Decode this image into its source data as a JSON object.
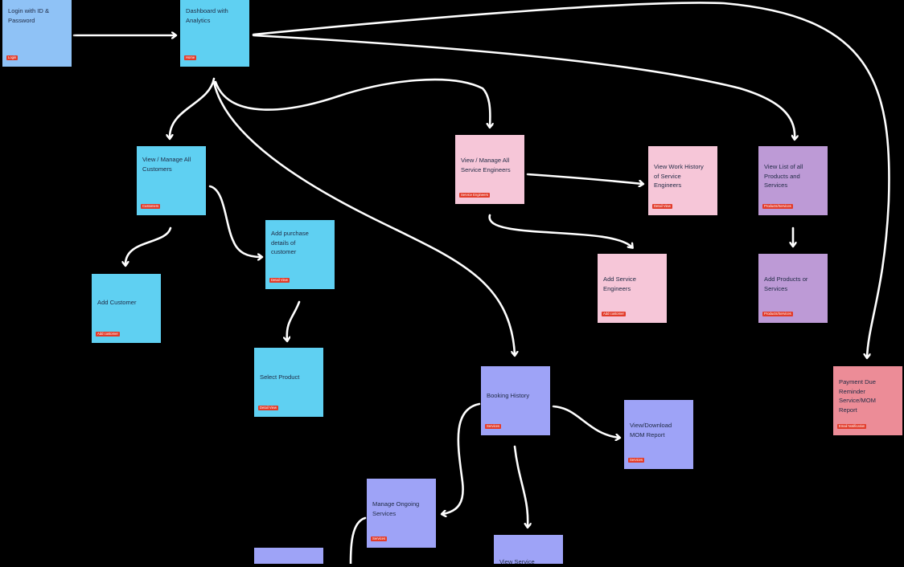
{
  "notes": {
    "login": {
      "label": "Login with ID &\nPassword",
      "tag": "Login"
    },
    "dashboard": {
      "label": "Dashboard with\nAnalytics",
      "tag": "Home"
    },
    "customers": {
      "label": "View / Manage All\nCustomers",
      "tag": "Customers"
    },
    "add_customer": {
      "label": "Add Customer",
      "tag": "Add customer"
    },
    "purchase": {
      "label": "Add purchase\ndetails of\ncustomer",
      "tag": "Detail View"
    },
    "select_product": {
      "label": "Select Product",
      "tag": "Detail View"
    },
    "engineers": {
      "label": "View / Manage All\nService Engineers",
      "tag": "Service Engineers"
    },
    "work_history": {
      "label": "View Work History\nof Service\nEngineers",
      "tag": "Detail View"
    },
    "add_engineers": {
      "label": "Add Service\nEngineers",
      "tag": "Add customer"
    },
    "products": {
      "label": "View List of all\nProducts and\nServices",
      "tag": "Products/Services"
    },
    "add_products": {
      "label": "Add Products or\nServices",
      "tag": "Products/Services"
    },
    "booking": {
      "label": "Booking History",
      "tag": "Services"
    },
    "mom_report": {
      "label": "View/Download\nMOM Report",
      "tag": "Services"
    },
    "ongoing": {
      "label": "Manage Ongoing\nServices",
      "tag": "Services"
    },
    "view_service": {
      "label": "View Service",
      "tag": ""
    },
    "payment_reminder": {
      "label": "Payment Due\nReminder\nService/MOM\nReport",
      "tag": "Email Notification"
    },
    "partial_bottom": {
      "label": "",
      "tag": ""
    }
  },
  "colors": {
    "background": "#000000",
    "connector": "#ffffff",
    "tag": "#e23b2a",
    "login": "#8fc2f6",
    "customers": "#5fd0f2",
    "engineers": "#f6c6d8",
    "products": "#bd9ad6",
    "services": "#9ea3f7",
    "notification": "#ec8c97"
  }
}
